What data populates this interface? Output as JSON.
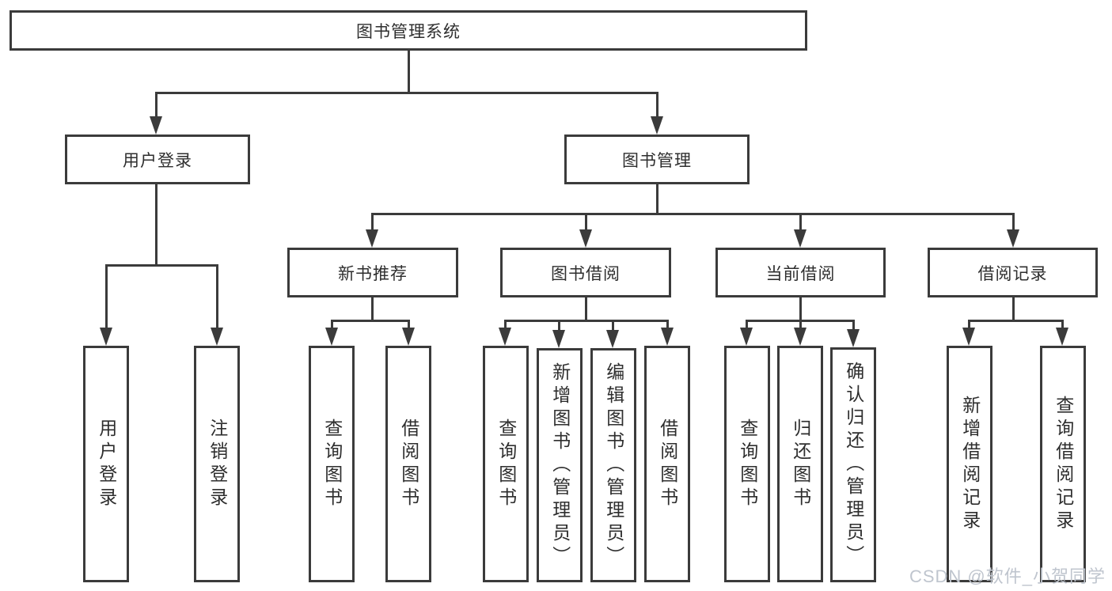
{
  "diagram": {
    "root": {
      "label": "图书管理系统",
      "children": [
        {
          "label": "用户登录",
          "children": [
            {
              "label": "用户登录"
            },
            {
              "label": "注销登录"
            }
          ]
        },
        {
          "label": "图书管理",
          "children": [
            {
              "label": "新书推荐",
              "children": [
                {
                  "label": "查询图书"
                },
                {
                  "label": "借阅图书"
                }
              ]
            },
            {
              "label": "图书借阅",
              "children": [
                {
                  "label": "查询图书"
                },
                {
                  "label": "新增图书（管理员）"
                },
                {
                  "label": "编辑图书（管理员）"
                },
                {
                  "label": "借阅图书"
                }
              ]
            },
            {
              "label": "当前借阅",
              "children": [
                {
                  "label": "查询图书"
                },
                {
                  "label": "归还图书"
                },
                {
                  "label": "确认归还（管理员）"
                }
              ]
            },
            {
              "label": "借阅记录",
              "children": [
                {
                  "label": "新增借阅记录"
                },
                {
                  "label": "查询借阅记录"
                }
              ]
            }
          ]
        }
      ]
    }
  },
  "watermark": {
    "text": "CSDN @软件_小贺同学"
  },
  "colors": {
    "line": "#3b3b3b",
    "box_border": "#3b3b3b",
    "box_fill": "#ffffff",
    "text": "#2e2e2e",
    "watermark": "#bfc5ce",
    "background": "#ffffff"
  }
}
